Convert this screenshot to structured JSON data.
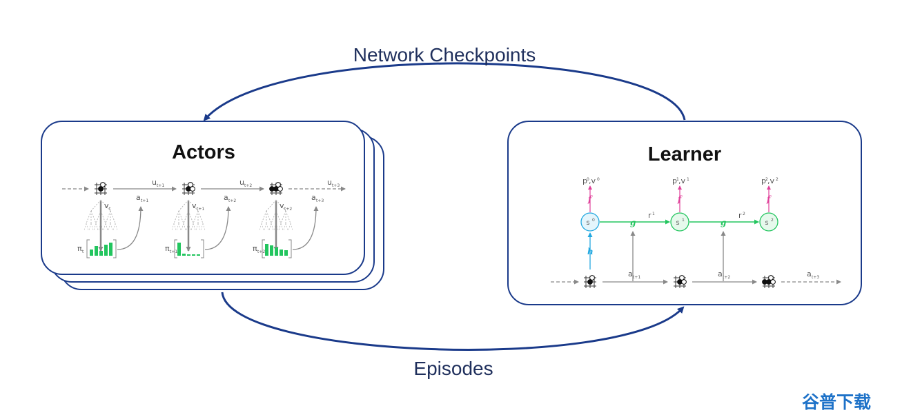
{
  "flows": {
    "top_label": "Network Checkpoints",
    "bottom_label": "Episodes"
  },
  "actors": {
    "title": "Actors",
    "actions": [
      "a",
      "a",
      "a"
    ],
    "action_subs": [
      "t+1",
      "t+2",
      "t+3"
    ],
    "rewards": [
      "u",
      "u",
      "u"
    ],
    "reward_subs": [
      "t+1",
      "t+2",
      "t+3"
    ],
    "values": [
      "v",
      "v",
      "v"
    ],
    "value_subs": [
      "t",
      "t+1",
      "t+2"
    ],
    "policies": [
      "π",
      "π",
      "π"
    ],
    "policy_subs": [
      "t",
      "t+1",
      "t+2"
    ],
    "policy_bars": [
      [
        0.45,
        0.7,
        0.35,
        0.8,
        0.95
      ],
      [
        0.95,
        0.15,
        0.1,
        0.1,
        0.05
      ],
      [
        0.85,
        0.75,
        0.6,
        0.45,
        0.4
      ]
    ]
  },
  "learner": {
    "title": "Learner",
    "states": [
      {
        "label": "s",
        "sup": "0"
      },
      {
        "label": "s",
        "sup": "1"
      },
      {
        "label": "s",
        "sup": "2"
      }
    ],
    "predictions": [
      {
        "text": "p",
        "sup1": "0",
        "mid": ",v",
        "sup2": "0"
      },
      {
        "text": "p",
        "sup1": "1",
        "mid": ",v",
        "sup2": "1"
      },
      {
        "text": "p",
        "sup1": "2",
        "mid": ",v",
        "sup2": "2"
      }
    ],
    "fn_f": "f",
    "fn_g": "g",
    "fn_h": "h",
    "rewards": [
      {
        "text": "r",
        "sup": "1"
      },
      {
        "text": "r",
        "sup": "2"
      }
    ],
    "actions": [
      "a",
      "a",
      "a"
    ],
    "action_subs": [
      "t+1",
      "t+2",
      "t+3"
    ]
  },
  "colors": {
    "frame": "#1a3a8a",
    "arrow": "#1a3a8a",
    "green": "#22c55e",
    "cyan": "#22a8e0",
    "magenta": "#e0409a",
    "gray": "#888888",
    "watermark": "#1e72c8"
  },
  "watermark": {
    "text": "谷普下载"
  }
}
